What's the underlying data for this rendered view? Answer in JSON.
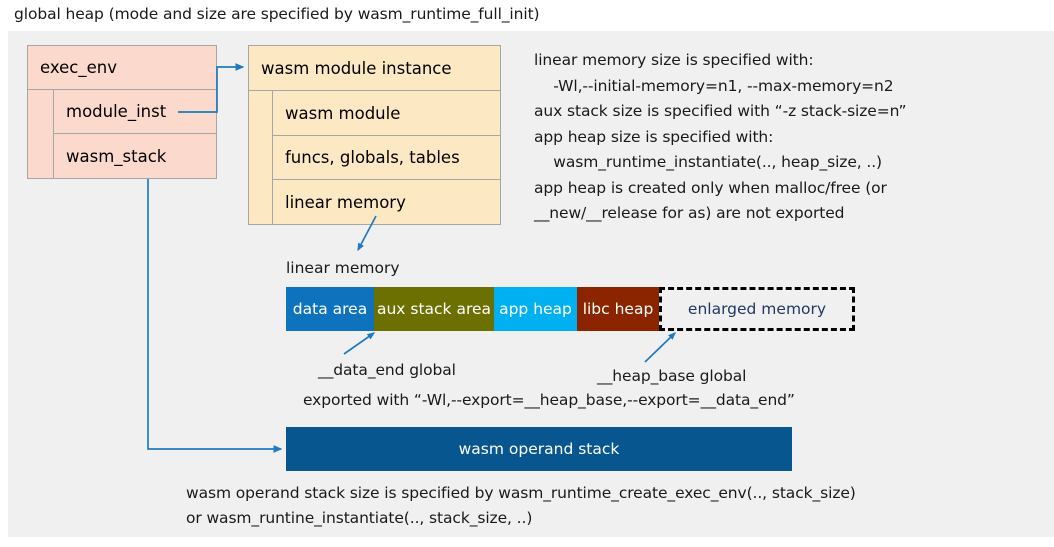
{
  "title": "global heap (mode and size are specified by wasm_runtime_full_init)",
  "colors": {
    "panel_bg": "#f0f0f0",
    "exec_env_fill": "#fbdacd",
    "module_inst_fill": "#fce8c3",
    "box_border": "#a6a6a6",
    "connector": "#1f7ac4",
    "data_area": "#0f72bd",
    "aux_stack_area": "#6b7000",
    "app_heap": "#00b0f0",
    "libc_heap": "#8b2500",
    "enlarged_memory_text": "#1f3864",
    "operand_stack": "#08568f"
  },
  "exec_env": {
    "header": "exec_env",
    "rows": [
      {
        "label": "module_inst"
      },
      {
        "label": "wasm_stack"
      }
    ]
  },
  "module_instance": {
    "header": "wasm module instance",
    "rows": [
      {
        "label": "wasm module"
      },
      {
        "label": "funcs, globals, tables"
      },
      {
        "label": "linear memory"
      }
    ]
  },
  "notes": {
    "lines": [
      "linear memory size is specified with:",
      "    -Wl,--initial-memory=n1, --max-memory=n2",
      "aux stack size is specified with “-z stack-size=n”",
      "app heap size is specified with:",
      "    wasm_runtime_instantiate(.., heap_size, ..)",
      "app heap is created only when malloc/free (or",
      "__new/__release for as) are not exported"
    ],
    "text": "linear memory size is specified with:\n    -Wl,--initial-memory=n1, --max-memory=n2\naux stack size is specified with “-z stack-size=n”\napp heap size is specified with:\n    wasm_runtime_instantiate(.., heap_size, ..)\napp heap is created only when malloc/free (or\n__new/__release for as) are not exported"
  },
  "linear_memory": {
    "label": "linear memory",
    "segments": [
      {
        "label": "data area",
        "color": "#0f72bd",
        "width": 88,
        "dashed": false
      },
      {
        "label": "aux stack area",
        "color": "#6b7000",
        "width": 120,
        "dashed": false
      },
      {
        "label": "app heap",
        "color": "#00b0f0",
        "width": 83,
        "dashed": false
      },
      {
        "label": "libc heap",
        "color": "#8b2500",
        "width": 82,
        "dashed": false
      },
      {
        "label": "enlarged memory",
        "color": "transparent",
        "width": 196,
        "dashed": true
      }
    ]
  },
  "annotations": {
    "data_end": "__data_end global",
    "heap_base": "__heap_base global",
    "exported_with": "exported with “-Wl,--export=__heap_base,--export=__data_end”"
  },
  "operand_stack": {
    "label": "wasm operand stack",
    "caption_line1": "wasm operand stack size is specified by wasm_runtime_create_exec_env(.., stack_size)",
    "caption_line2": "or wasm_runtine_instantiate(.., stack_size, ..)",
    "caption": "wasm operand stack size is specified by wasm_runtime_create_exec_env(.., stack_size)\nor wasm_runtine_instantiate(.., stack_size, ..)"
  }
}
